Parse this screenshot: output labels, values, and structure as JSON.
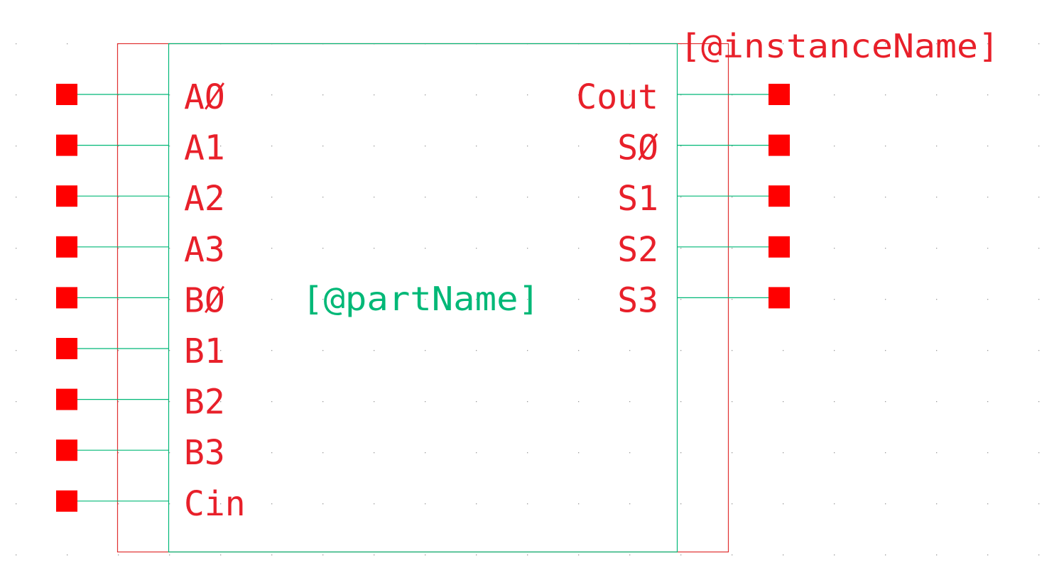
{
  "symbol": {
    "part_name": "[@partName]",
    "instance_name": "[@instanceName]",
    "left_pins": [
      "AØ",
      "A1",
      "A2",
      "A3",
      "BØ",
      "B1",
      "B2",
      "B3",
      "Cin"
    ],
    "right_pins": [
      "Cout",
      "SØ",
      "S1",
      "S2",
      "S3"
    ]
  },
  "colors": {
    "background": "#ffffff",
    "body_outline": "#00b877",
    "pin_line": "#00b877",
    "pin_marker": "#ff0000",
    "pin_label": "#e8202a",
    "part_name": "#00b877",
    "instance_name": "#e8202a",
    "grid_dot": "#9a9a9a",
    "bounding_box": "#e03030"
  }
}
